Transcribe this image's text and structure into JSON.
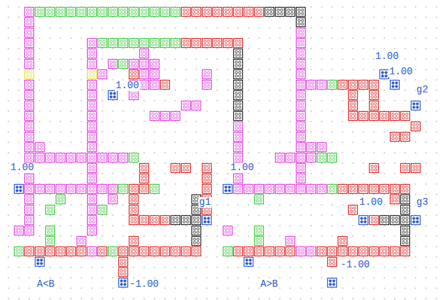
{
  "diagram": {
    "labels": [
      "1.00",
      "1.00",
      "g2",
      "1.00",
      "1.00",
      "1.00",
      "g1",
      "1.00",
      "g3",
      "-1.00",
      "A<B",
      "-1.00",
      "A>B"
    ]
  }
}
